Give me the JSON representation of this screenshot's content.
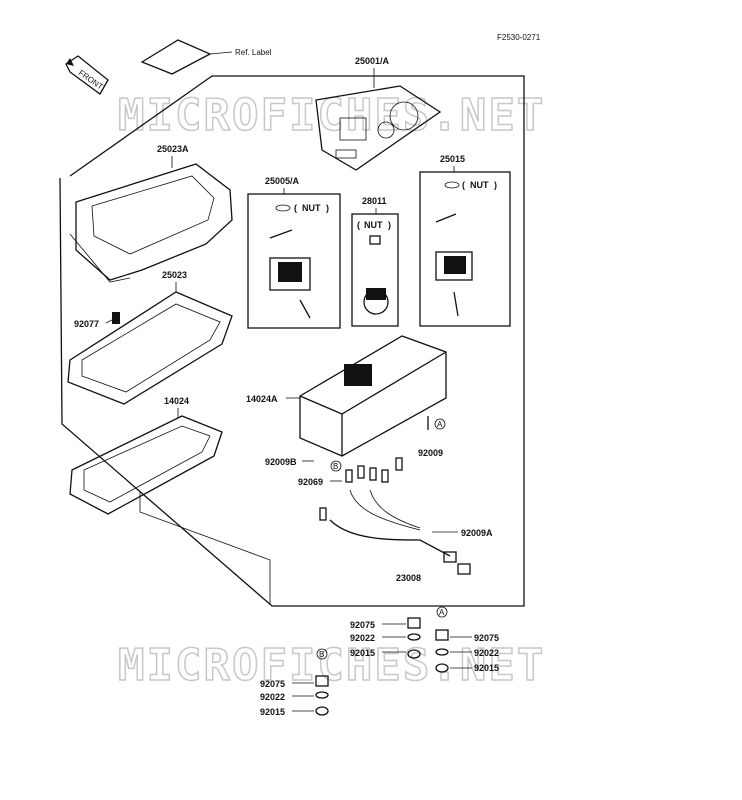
{
  "figure_code": "F2530-0271",
  "front_label": "FRONT",
  "ref_label": "Ref. Label",
  "watermark": "MICROFICHES.NET",
  "nut_label": "NUT",
  "nut_paren_open": "(",
  "nut_paren_close": ")",
  "circle_a": "A",
  "circle_b": "B",
  "parts": {
    "p25001A": "25001/A",
    "p25023A": "25023A",
    "p25023": "25023",
    "p92077": "92077",
    "p14024": "14024",
    "p25005A": "25005/A",
    "p28011": "28011",
    "p25015": "25015",
    "p14024A": "14024A",
    "p92009": "92009",
    "p92009B": "92009B",
    "p92069": "92069",
    "p92009A": "92009A",
    "p23008": "23008"
  },
  "stack_mid": [
    "92075",
    "92022",
    "92015"
  ],
  "stack_right": [
    "92075",
    "92022",
    "92015"
  ],
  "stack_left": [
    "92075",
    "92022",
    "92015"
  ]
}
